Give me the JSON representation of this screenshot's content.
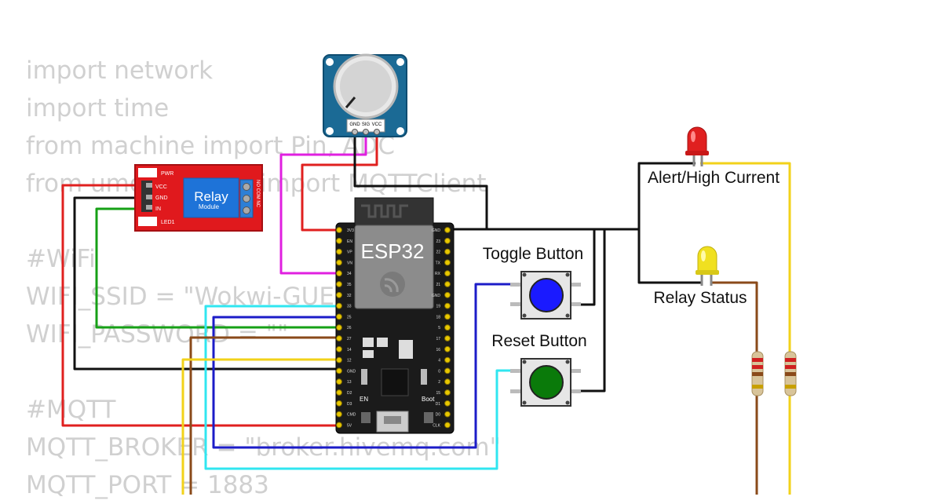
{
  "code_lines": [
    "import network",
    "import time",
    "from machine import Pin, ADC",
    "from umqtt.simple import MQTTClient",
    "",
    "#WiFi",
    "WIFI_SSID = \"Wokwi-GUEST\"",
    "WIFI_PASSWORD = \"\"",
    "",
    "#MQTT",
    "MQTT_BROKER = \"broker.hivemq.com\"",
    "MQTT_PORT = 1883"
  ],
  "components": {
    "esp32": {
      "label": "ESP32",
      "en_label": "EN",
      "boot_label": "Boot"
    },
    "relay": {
      "label": "Relay",
      "sublabel": "Module",
      "pin_pwr": "PWR",
      "pin_vcc": "VCC",
      "pin_gnd": "GND",
      "pin_in": "IN",
      "pin_led": "LED1",
      "terminals": "NO COM NC"
    },
    "potentiometer": {
      "pin_gnd": "GND",
      "pin_sig": "SIG",
      "pin_vcc": "VCC"
    },
    "toggle_button": {
      "label": "Toggle Button",
      "color": "#1a1aff"
    },
    "reset_button": {
      "label": "Reset Button",
      "color": "#0a7a0a"
    },
    "red_led": {
      "label": "Alert/High Current",
      "color": "#e02020"
    },
    "yellow_led": {
      "label": "Relay Status",
      "color": "#f0e020"
    }
  },
  "esp32_left_pins": [
    "3V3",
    "EN",
    "VP",
    "VN",
    "34",
    "35",
    "32",
    "33",
    "25",
    "26",
    "27",
    "14",
    "12",
    "GND",
    "13",
    "D2",
    "D3",
    "CMD",
    "5V"
  ],
  "esp32_right_pins": [
    "GND",
    "23",
    "22",
    "TX",
    "RX",
    "21",
    "GND",
    "19",
    "18",
    "5",
    "17",
    "16",
    "4",
    "0",
    "2",
    "15",
    "D1",
    "D0",
    "CLK"
  ],
  "wire_colors": {
    "red": "#e0201f",
    "black": "#111111",
    "green": "#16a016",
    "magenta": "#e020e0",
    "cyan": "#30e6f0",
    "blue": "#1c1cc8",
    "brown": "#8a4a1a",
    "yellow": "#f2d21a"
  }
}
